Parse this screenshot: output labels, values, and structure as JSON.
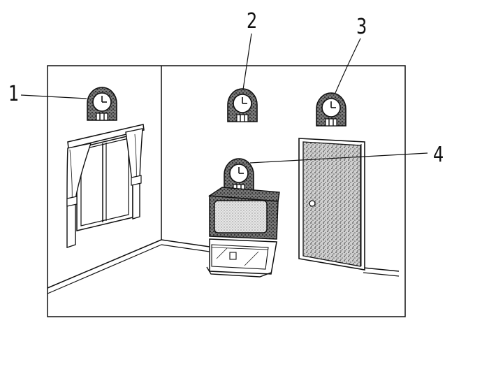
{
  "callouts": [
    {
      "id": "clock-1",
      "number": "1"
    },
    {
      "id": "clock-2",
      "number": "2"
    },
    {
      "id": "clock-3",
      "number": "3"
    },
    {
      "id": "clock-4",
      "number": "4"
    }
  ],
  "colors": {
    "ink": "#111111",
    "paper": "#ffffff",
    "stipple": "#555555"
  },
  "icons": [
    "wall-clock-icon",
    "window-icon",
    "curtain-icon",
    "tv-icon",
    "door-icon",
    "door-knob-icon"
  ]
}
